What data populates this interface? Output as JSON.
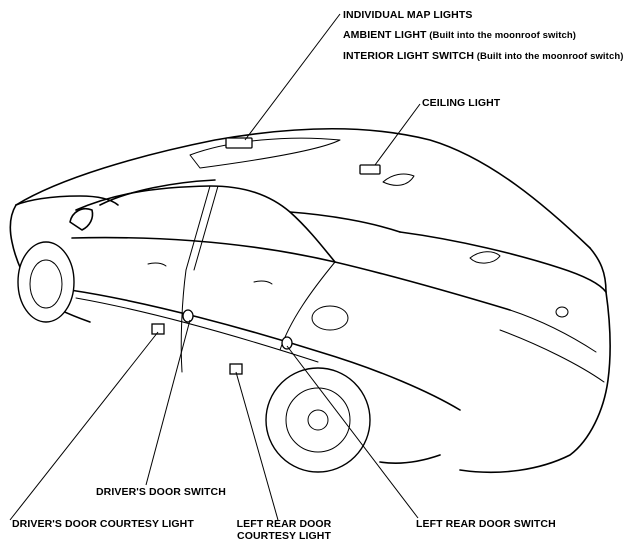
{
  "labels": {
    "map_lights": "INDIVIDUAL MAP LIGHTS",
    "ambient_light_main": "AMBIENT LIGHT",
    "ambient_light_note": " (Built into the moonroof switch)",
    "interior_switch_main": "INTERIOR LIGHT SWITCH",
    "interior_switch_note": " (Built into the moonroof switch)",
    "ceiling_light": "CEILING LIGHT",
    "drivers_door_switch": "DRIVER'S DOOR SWITCH",
    "drivers_door_courtesy_light": "DRIVER'S DOOR COURTESY LIGHT",
    "left_rear_door_courtesy_light_line1": "LEFT REAR DOOR",
    "left_rear_door_courtesy_light_line2": "COURTESY LIGHT",
    "left_rear_door_switch": "LEFT REAR DOOR SWITCH"
  }
}
